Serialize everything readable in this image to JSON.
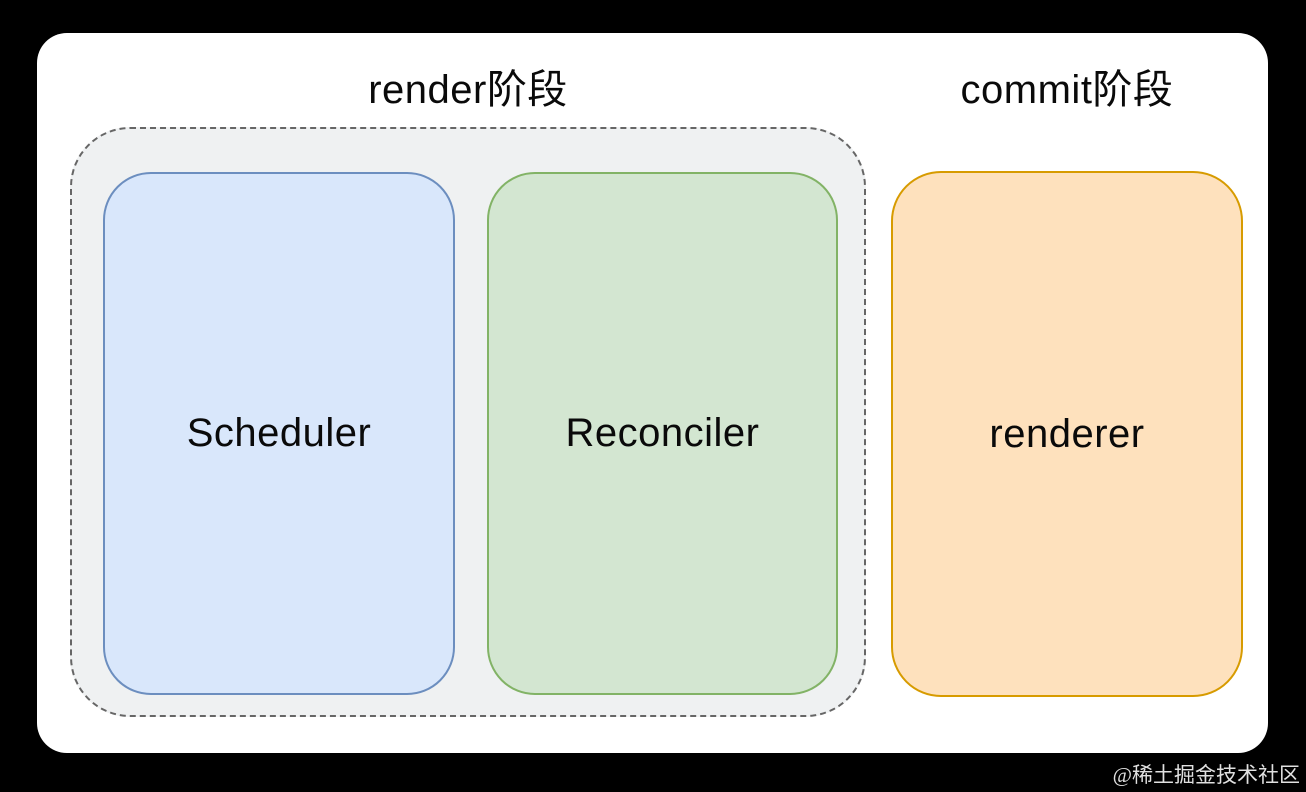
{
  "canvas": {
    "background_color": "#000000",
    "card_background_color": "#ffffff"
  },
  "diagram": {
    "render_phase": {
      "title": "render阶段",
      "container": {
        "fill_color": "#eff1f2",
        "border_color": "#666666",
        "border_style": "dashed"
      },
      "boxes": [
        {
          "label": "Scheduler",
          "fill_color": "#d9e7fb",
          "border_color": "#6c8ebf"
        },
        {
          "label": "Reconciler",
          "fill_color": "#d3e6d1",
          "border_color": "#82b366"
        }
      ]
    },
    "commit_phase": {
      "title": "commit阶段",
      "box": {
        "label": "renderer",
        "fill_color": "#fee1bd",
        "border_color": "#d79b00"
      }
    }
  },
  "watermark": {
    "text": "@稀土掘金技术社区"
  }
}
